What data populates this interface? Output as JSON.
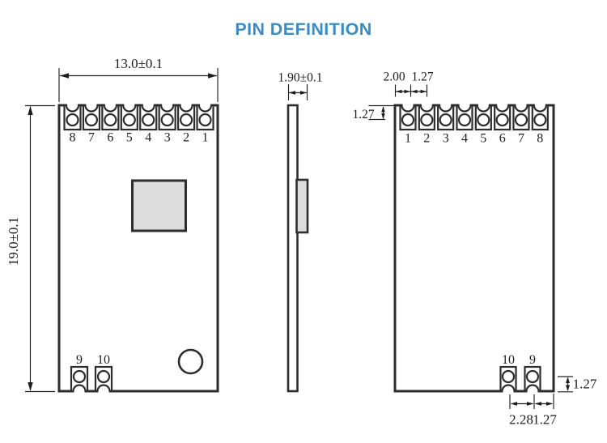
{
  "title": "PIN DEFINITION",
  "front_view": {
    "width_dim": "13.0±0.1",
    "height_dim": "19.0±0.1",
    "top_pins": [
      "8",
      "7",
      "6",
      "5",
      "4",
      "3",
      "2",
      "1"
    ],
    "bottom_pins": [
      "9",
      "10"
    ]
  },
  "side_view": {
    "thickness_dim": "1.90±0.1"
  },
  "back_view": {
    "top_pins": [
      "1",
      "2",
      "3",
      "4",
      "5",
      "6",
      "7",
      "8"
    ],
    "bottom_pins": [
      "10",
      "9"
    ],
    "top_dims": {
      "edge_to_pin": "2.00",
      "pin_pitch": "1.27",
      "pad_depth": "1.27"
    },
    "bottom_dims": {
      "pad_depth": "1.27",
      "pin_pitch": "2.28",
      "pin_to_edge": "1.27"
    }
  },
  "colors": {
    "accent": "#3a8cc3",
    "line": "#2d2d2d",
    "chip_fill": "#dcdcdc"
  }
}
